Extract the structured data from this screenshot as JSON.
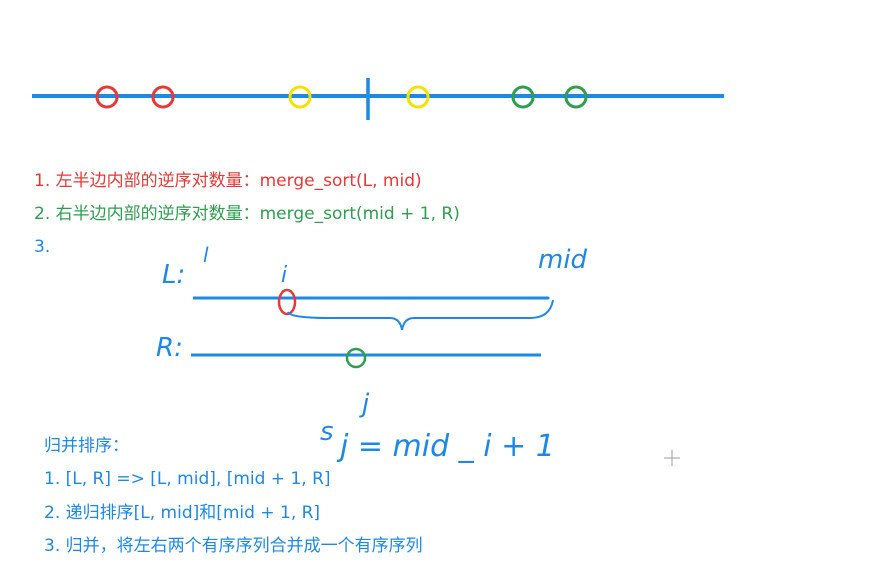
{
  "colors": {
    "blue": "#1e88e5",
    "red": "#e53935",
    "green": "#2e9e4f",
    "yellow": "#f5e100",
    "cursor": "#9e9e9e"
  },
  "top_line": {
    "circles": [
      {
        "color": "red"
      },
      {
        "color": "red"
      },
      {
        "color": "yellow"
      },
      {
        "color": "yellow"
      },
      {
        "color": "green"
      },
      {
        "color": "green"
      }
    ]
  },
  "steps": {
    "step1": "1. 左半边内部的逆序对数量：merge_sort(L, mid)",
    "step2": "2. 右半边内部的逆序对数量：merge_sort(mid + 1, R)",
    "step3": "3."
  },
  "handwriting": {
    "L_label": "L:",
    "l_mark": "l",
    "i_mark": "i",
    "mid_mark": "mid",
    "R_label": "R:",
    "j_mark": "j",
    "formula": "s  j = mid − i + 1",
    "formula_s": "s",
    "formula_rest": "j = mid _ i + 1"
  },
  "merge_sort": {
    "title": "归并排序：",
    "line1": "1. [L, R] => [L, mid], [mid + 1, R]",
    "line2": "2. 递归排序[L, mid]和[mid + 1, R]",
    "line3": "3. 归并，将左右两个有序序列合并成一个有序序列"
  }
}
